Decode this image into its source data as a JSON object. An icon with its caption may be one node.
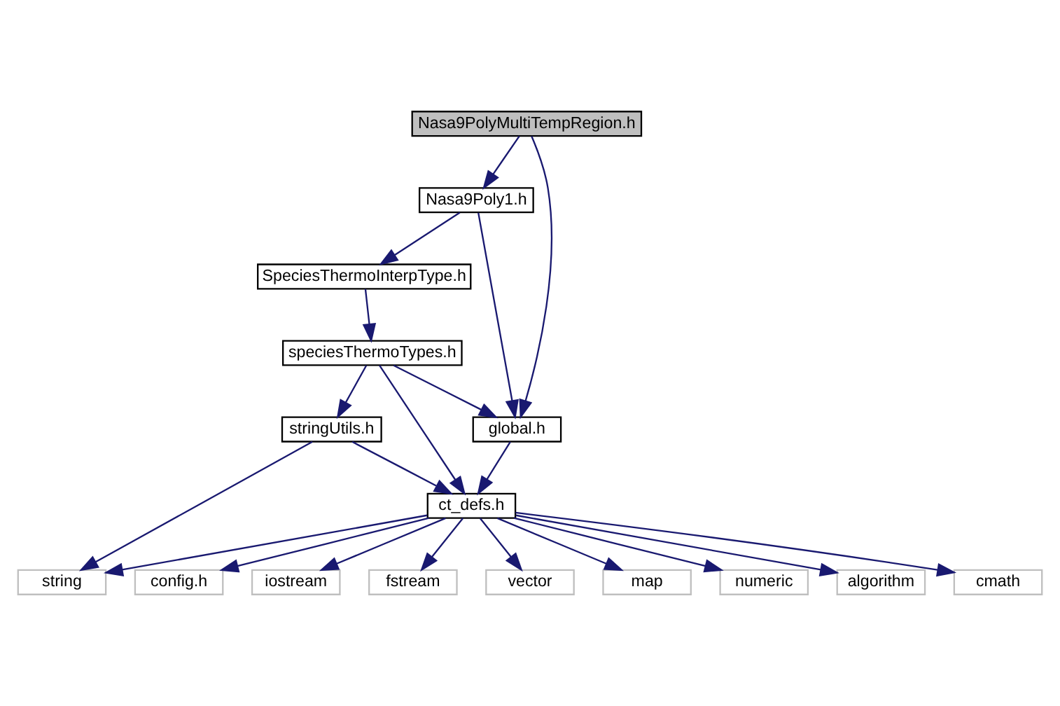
{
  "diagram": {
    "nodes": [
      {
        "text": [
          "Nasa9PolyMultiTempRegion.h"
        ]
      },
      {
        "text": [
          "Nasa9Poly1.h"
        ]
      },
      {
        "text": [
          "SpeciesThermoInterpType.h"
        ]
      },
      {
        "text": [
          "speciesThermoTypes.h"
        ]
      },
      {
        "text": [
          "global.h"
        ]
      },
      {
        "text": [
          "stringUtils.h"
        ]
      },
      {
        "text": [
          "ct_defs.h"
        ]
      },
      {
        "text": [
          "cmath"
        ]
      },
      {
        "text": [
          "config.h"
        ]
      },
      {
        "text": [
          "iostream"
        ]
      },
      {
        "text": [
          "fstream"
        ]
      },
      {
        "text": [
          "vector"
        ]
      },
      {
        "text": [
          "map"
        ]
      },
      {
        "text": [
          "numeric"
        ]
      },
      {
        "text": [
          "algorithm"
        ]
      },
      {
        "text": [
          "string"
        ]
      }
    ],
    "edges": [
      {
        "from": 0,
        "to": 4,
        "arrow": "to"
      },
      {
        "from": 0,
        "to": 1,
        "arrow": "to"
      },
      {
        "from": 1,
        "to": 4,
        "arrow": "to"
      },
      {
        "from": 1,
        "to": 2,
        "arrow": "to"
      },
      {
        "from": 2,
        "to": 3,
        "arrow": "to"
      },
      {
        "from": 3,
        "to": 4,
        "arrow": "to"
      },
      {
        "from": 3,
        "to": 6,
        "arrow": "to"
      },
      {
        "from": 3,
        "to": 5,
        "arrow": "to"
      },
      {
        "from": 4,
        "to": 6,
        "arrow": "to"
      },
      {
        "from": 5,
        "to": 6,
        "arrow": "to"
      },
      {
        "from": 5,
        "to": 15,
        "arrow": "to"
      },
      {
        "from": 6,
        "to": 7,
        "arrow": "to"
      },
      {
        "from": 6,
        "to": 8,
        "arrow": "to"
      },
      {
        "from": 6,
        "to": 9,
        "arrow": "to"
      },
      {
        "from": 6,
        "to": 10,
        "arrow": "to"
      },
      {
        "from": 6,
        "to": 11,
        "arrow": "to"
      },
      {
        "from": 6,
        "to": 12,
        "arrow": "to"
      },
      {
        "from": 6,
        "to": 13,
        "arrow": "to"
      },
      {
        "from": 6,
        "to": 14,
        "arrow": "to"
      },
      {
        "from": 6,
        "to": 15,
        "arrow": "to"
      }
    ]
  }
}
